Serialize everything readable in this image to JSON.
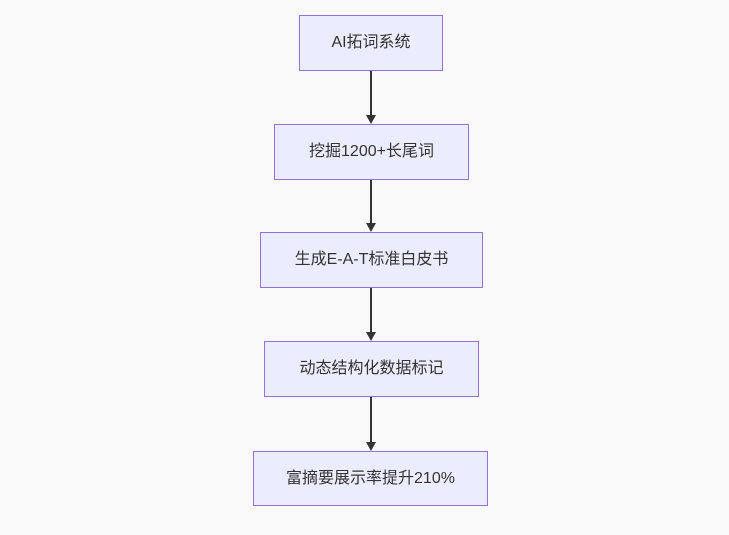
{
  "diagram": {
    "type": "flowchart",
    "direction": "top-down",
    "nodes": [
      {
        "label": "AI拓词系统"
      },
      {
        "label": "挖掘1200+长尾词"
      },
      {
        "label": "生成E-A-T标准白皮书"
      },
      {
        "label": "动态结构化数据标记"
      },
      {
        "label": "富摘要展示率提升210%"
      }
    ],
    "edges": [
      {
        "from": 0,
        "to": 1
      },
      {
        "from": 1,
        "to": 2
      },
      {
        "from": 2,
        "to": 3
      },
      {
        "from": 3,
        "to": 4
      }
    ],
    "colors": {
      "node_fill": "#ECECFF",
      "node_border": "#9370DB",
      "edge": "#333333",
      "text": "#333333",
      "background": "#f9f9f9"
    }
  }
}
